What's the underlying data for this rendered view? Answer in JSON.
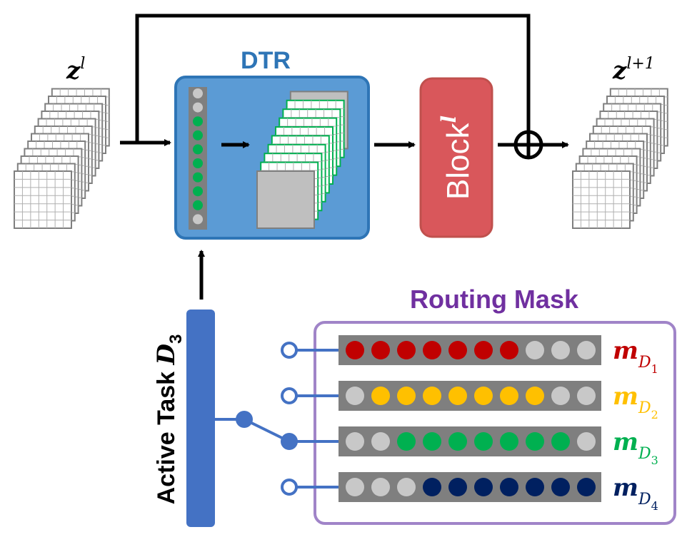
{
  "labels": {
    "input": "z",
    "input_sup": "l",
    "output": "z",
    "output_sup": "l+1",
    "dtr_title": "DTR",
    "block": "Block",
    "block_sup": "l",
    "routing_title": "Routing Mask",
    "active_task": "Active Task ",
    "active_task_var": "D",
    "active_task_sub": "3"
  },
  "masks": [
    {
      "name": "m",
      "sub_base": "D",
      "sub_index": "1",
      "color": "#c00000",
      "pattern": [
        1,
        1,
        1,
        1,
        1,
        1,
        1,
        0,
        0,
        0
      ]
    },
    {
      "name": "m",
      "sub_base": "D",
      "sub_index": "2",
      "color": "#ffc000",
      "pattern": [
        0,
        1,
        1,
        1,
        1,
        1,
        1,
        1,
        0,
        0
      ]
    },
    {
      "name": "m",
      "sub_base": "D",
      "sub_index": "3",
      "color": "#00b050",
      "pattern": [
        0,
        0,
        1,
        1,
        1,
        1,
        1,
        1,
        1,
        0
      ]
    },
    {
      "name": "m",
      "sub_base": "D",
      "sub_index": "4",
      "color": "#002060",
      "pattern": [
        0,
        0,
        0,
        1,
        1,
        1,
        1,
        1,
        1,
        1
      ]
    }
  ],
  "dtr_vector": [
    0,
    0,
    1,
    1,
    1,
    1,
    1,
    1,
    1,
    0
  ],
  "selected_mask": 2,
  "colors": {
    "dtr_fill": "#5b9bd5",
    "dtr_border": "#2e75b6",
    "dtr_title": "#2e75b6",
    "block_fill": "#d9575b",
    "block_border": "#c0504d",
    "routing_title": "#7030a0",
    "routing_border": "#a084c8",
    "task_bar": "#4472c4",
    "inactive_dot": "#c8c8c8",
    "mask_bar": "#7f7f7f"
  }
}
